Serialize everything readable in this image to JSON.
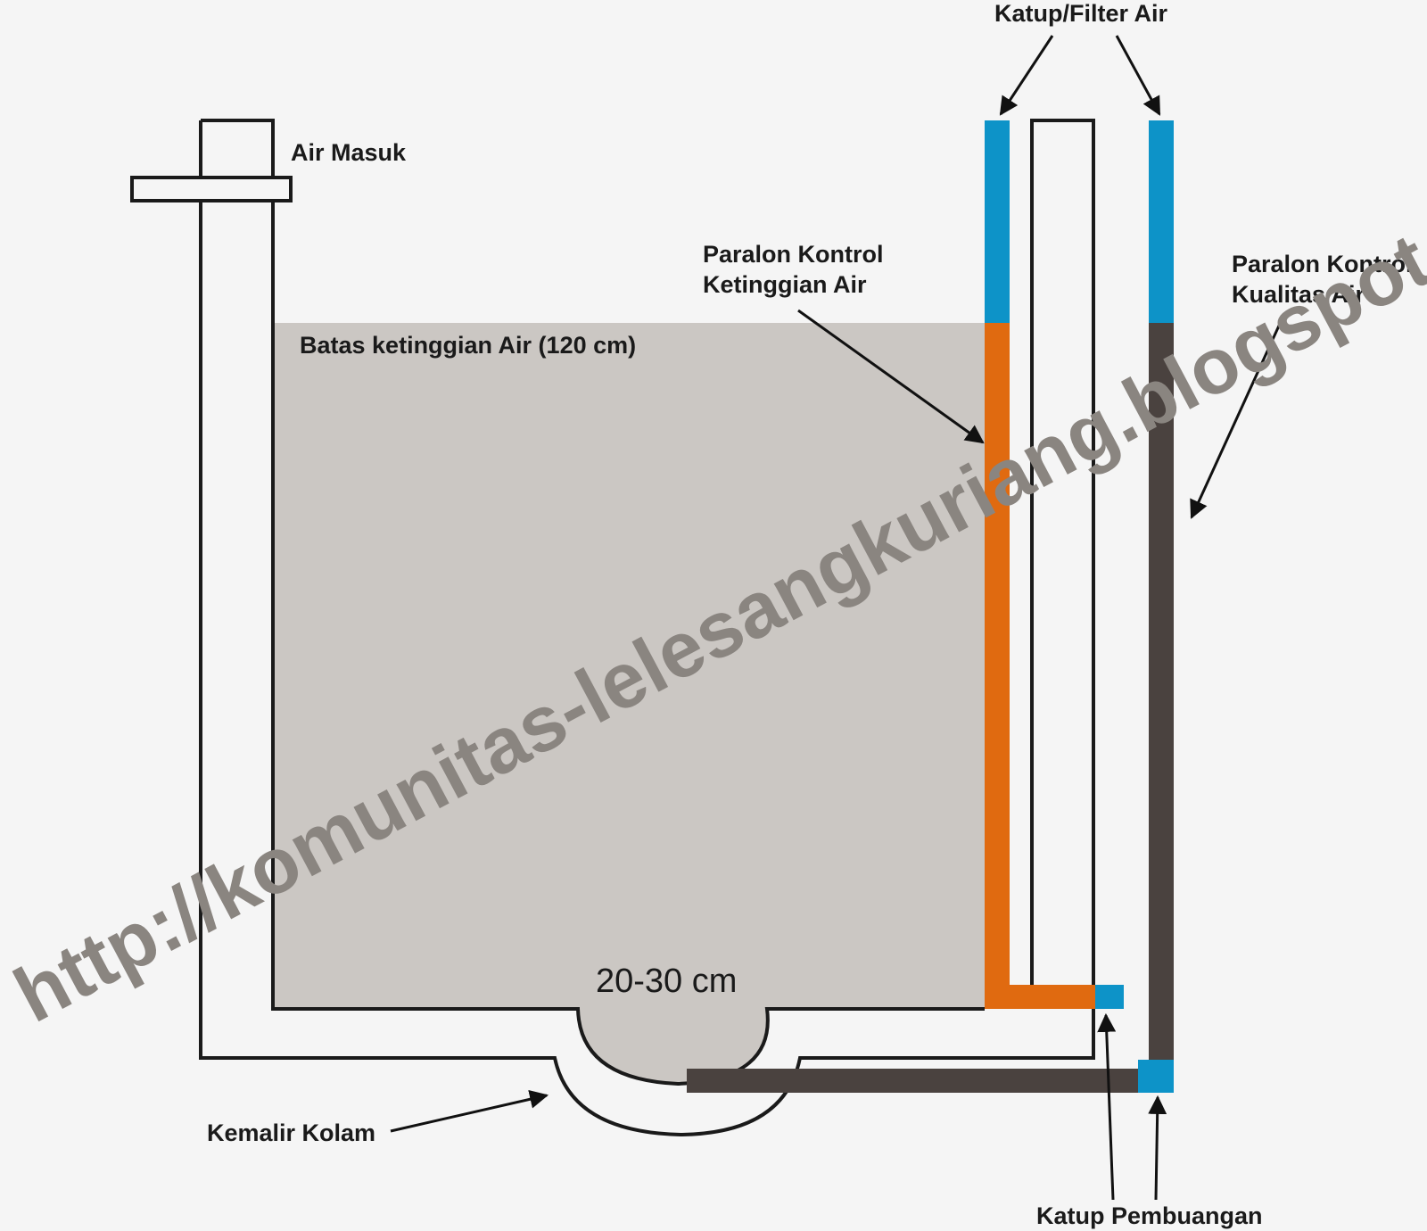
{
  "labels": {
    "air_masuk": "Air Masuk",
    "katup_filter": "Katup/Filter Air",
    "paralon_tinggi_1": "Paralon Kontrol",
    "paralon_tinggi_2": "Ketinggian Air",
    "paralon_kualitas_1": "Paralon Kontrol",
    "paralon_kualitas_2": "Kualitas Air",
    "batas": "Batas ketinggian Air (120 cm)",
    "kedalaman": "20-30 cm",
    "kemalir": "Kemalir Kolam",
    "katup_pembuangan": "Katup Pembuangan"
  },
  "watermark": "http://komunitas-lelesangkuriang.blogspot.com",
  "colors": {
    "background": "#f5f5f5",
    "water": "#cbc7c3",
    "outline": "#1a1a1a",
    "blue_pipe": "#0d93c8",
    "orange_pipe": "#e06a10",
    "dark_pipe": "#4a423f",
    "watermark": "#8a8580"
  }
}
